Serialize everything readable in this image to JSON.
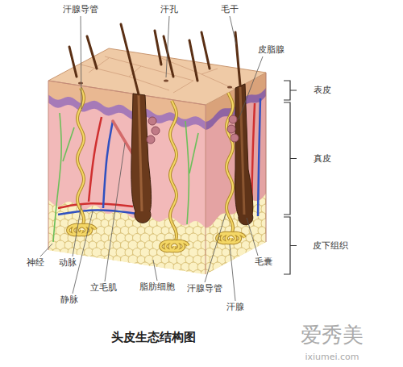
{
  "diagram": {
    "title": "头皮生态结构图",
    "labels": [
      "汗腺导管",
      "汗孔",
      "毛干",
      "皮脂腺",
      "表皮",
      "真皮",
      "皮下组织",
      "神经",
      "动脉",
      "静脉",
      "立毛肌",
      "脂肪细胞",
      "汗腺导管",
      "汗腺",
      "毛囊",
      "爱秀美",
      "ixiumei.com"
    ]
  }
}
